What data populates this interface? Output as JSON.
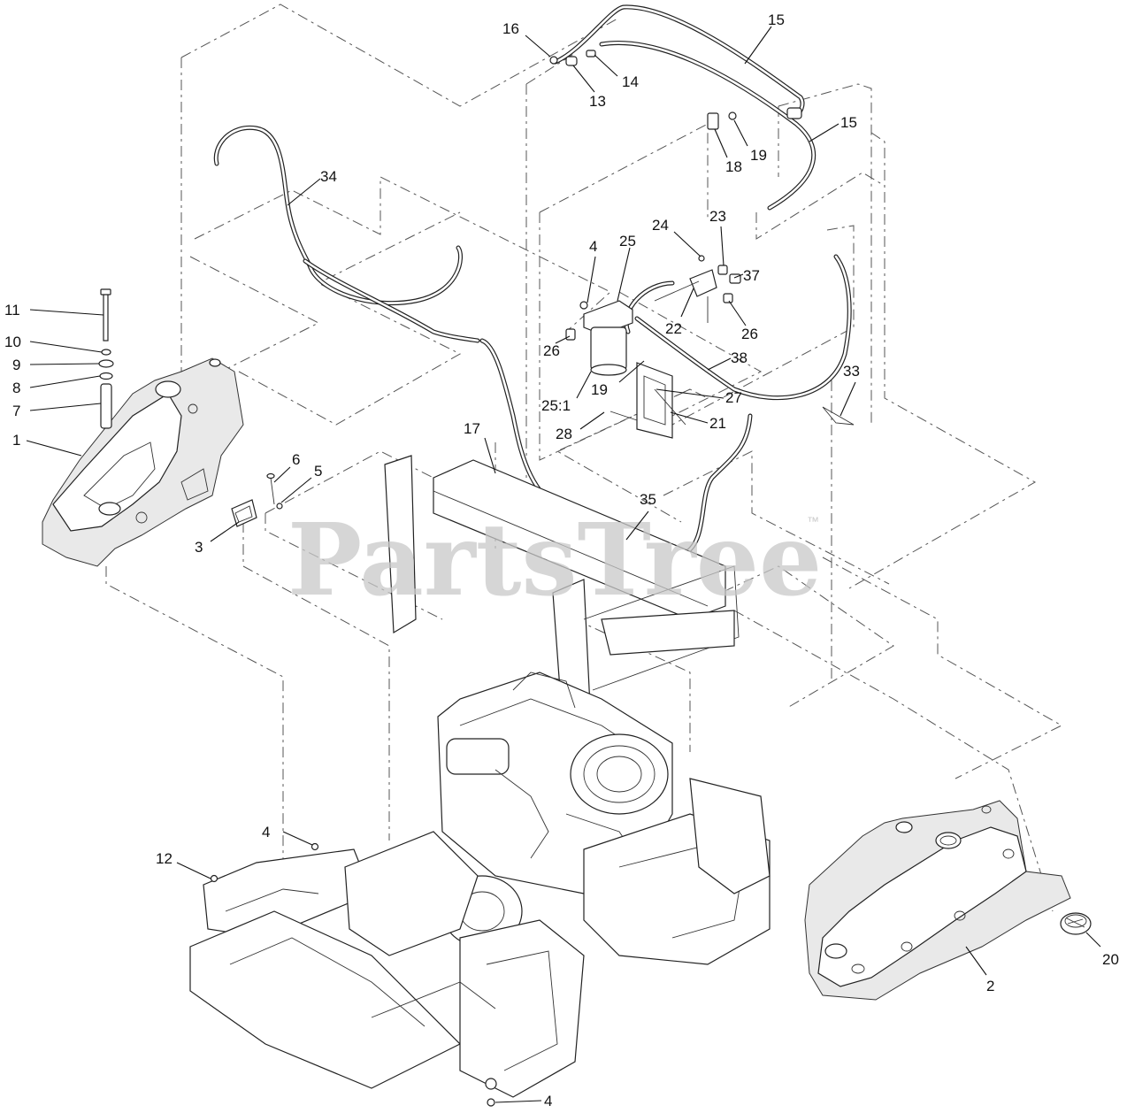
{
  "watermark": {
    "text": "PartsTree",
    "trademark": "™"
  },
  "callouts": [
    {
      "id": "c16",
      "label": "16"
    },
    {
      "id": "c15a",
      "label": "15"
    },
    {
      "id": "c14",
      "label": "14"
    },
    {
      "id": "c13",
      "label": "13"
    },
    {
      "id": "c15b",
      "label": "15"
    },
    {
      "id": "c19a",
      "label": "19"
    },
    {
      "id": "c18",
      "label": "18"
    },
    {
      "id": "c34",
      "label": "34"
    },
    {
      "id": "c23",
      "label": "23"
    },
    {
      "id": "c24",
      "label": "24"
    },
    {
      "id": "c25",
      "label": "25"
    },
    {
      "id": "c4a",
      "label": "4"
    },
    {
      "id": "c37",
      "label": "37"
    },
    {
      "id": "c22",
      "label": "22"
    },
    {
      "id": "c26a",
      "label": "26"
    },
    {
      "id": "c26b",
      "label": "26"
    },
    {
      "id": "c38",
      "label": "38"
    },
    {
      "id": "c33",
      "label": "33"
    },
    {
      "id": "c19b",
      "label": "19"
    },
    {
      "id": "c27",
      "label": "27"
    },
    {
      "id": "c25_1",
      "label": "25:1"
    },
    {
      "id": "c21",
      "label": "21"
    },
    {
      "id": "c28",
      "label": "28"
    },
    {
      "id": "c11",
      "label": "11"
    },
    {
      "id": "c10",
      "label": "10"
    },
    {
      "id": "c9",
      "label": "9"
    },
    {
      "id": "c8",
      "label": "8"
    },
    {
      "id": "c7",
      "label": "7"
    },
    {
      "id": "c1",
      "label": "1"
    },
    {
      "id": "c17",
      "label": "17"
    },
    {
      "id": "c6",
      "label": "6"
    },
    {
      "id": "c5",
      "label": "5"
    },
    {
      "id": "c3",
      "label": "3"
    },
    {
      "id": "c35",
      "label": "35"
    },
    {
      "id": "c4b",
      "label": "4"
    },
    {
      "id": "c12",
      "label": "12"
    },
    {
      "id": "c20",
      "label": "20"
    },
    {
      "id": "c2",
      "label": "2"
    },
    {
      "id": "c4c",
      "label": "4"
    }
  ]
}
